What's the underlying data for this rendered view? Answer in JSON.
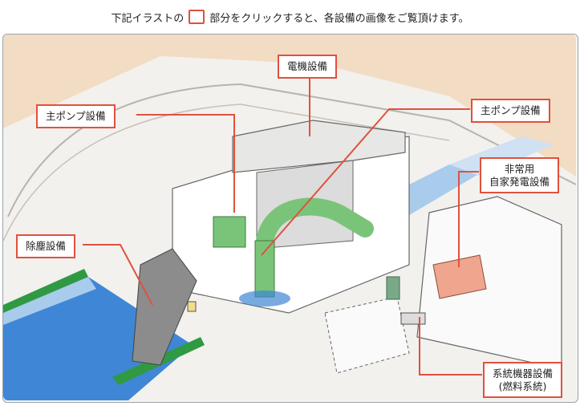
{
  "header": {
    "instruction_prefix": "下記イラストの",
    "instruction_suffix": "部分をクリックすると、各設備の画像をご覧頂けます。"
  },
  "labels": {
    "electrical": "電機設備",
    "main_pump_left": "主ポンプ設備",
    "main_pump_right": "主ポンプ設備",
    "emergency_gen_line1": "非常用",
    "emergency_gen_line2": "自家発電設備",
    "dust_removal": "除塵設備",
    "system_line1": "系統機器設備",
    "system_line2": "(燃料系統)"
  },
  "colors": {
    "accent": "#e0513f",
    "water": "#3f86d6",
    "water_light": "#a9cbec",
    "green_pipe": "#7ac47a",
    "green_bank": "#2f9a43",
    "sand": "#f3dcc4",
    "generator": "#f0a58e"
  }
}
